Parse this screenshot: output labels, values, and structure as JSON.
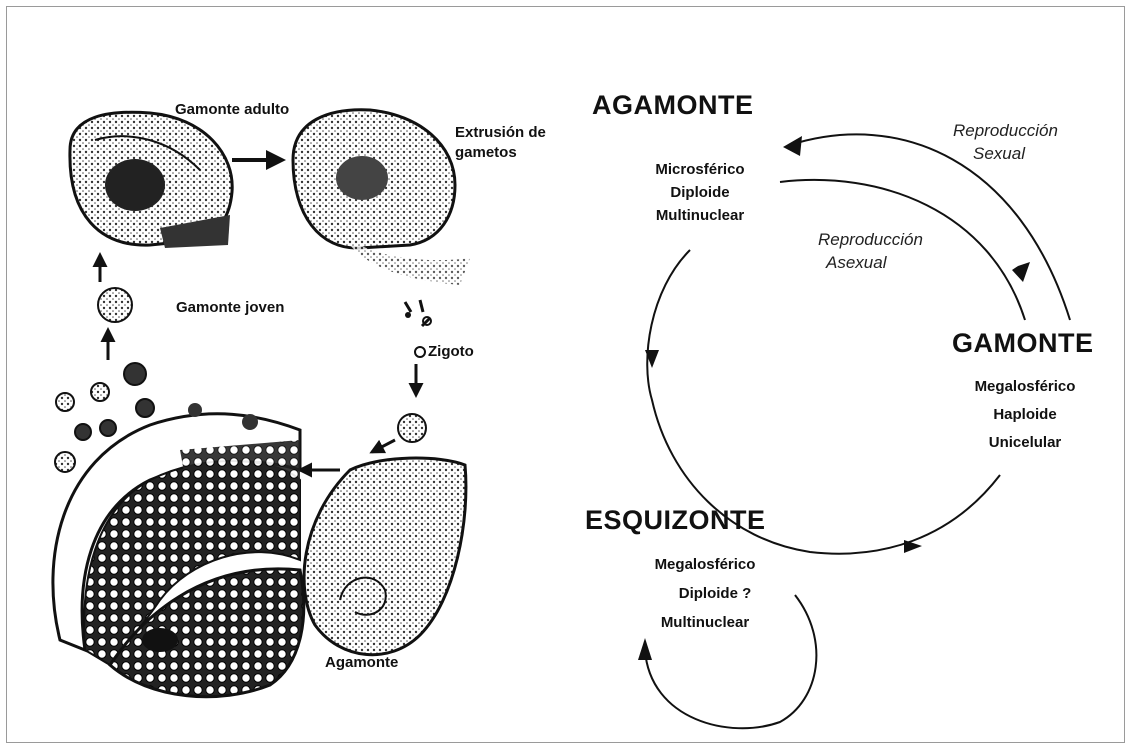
{
  "illustration": {
    "gamonte_adulto": "Gamonte adulto",
    "extrusion_line1": "Extrusión de",
    "extrusion_line2": "gametos",
    "gamonte_joven": "Gamonte joven",
    "zigoto": "Zigoto",
    "agamonte": "Agamonte"
  },
  "cycle": {
    "agamonte": {
      "title": "AGAMONTE",
      "lines": [
        "Microsférico",
        "Diploide",
        "Multinuclear"
      ]
    },
    "gamonte": {
      "title": "GAMONTE",
      "lines": [
        "Megalosférico",
        "Haploide",
        "Unicelular"
      ]
    },
    "esquizonte": {
      "title": "ESQUIZONTE",
      "lines": [
        "Megalosférico",
        "Diploide ?",
        "Multinuclear"
      ]
    },
    "reproduccion_sexual": [
      "Reproducción",
      "Sexual"
    ],
    "reproduccion_asexual": [
      "Reproducción",
      "Asexual"
    ]
  }
}
